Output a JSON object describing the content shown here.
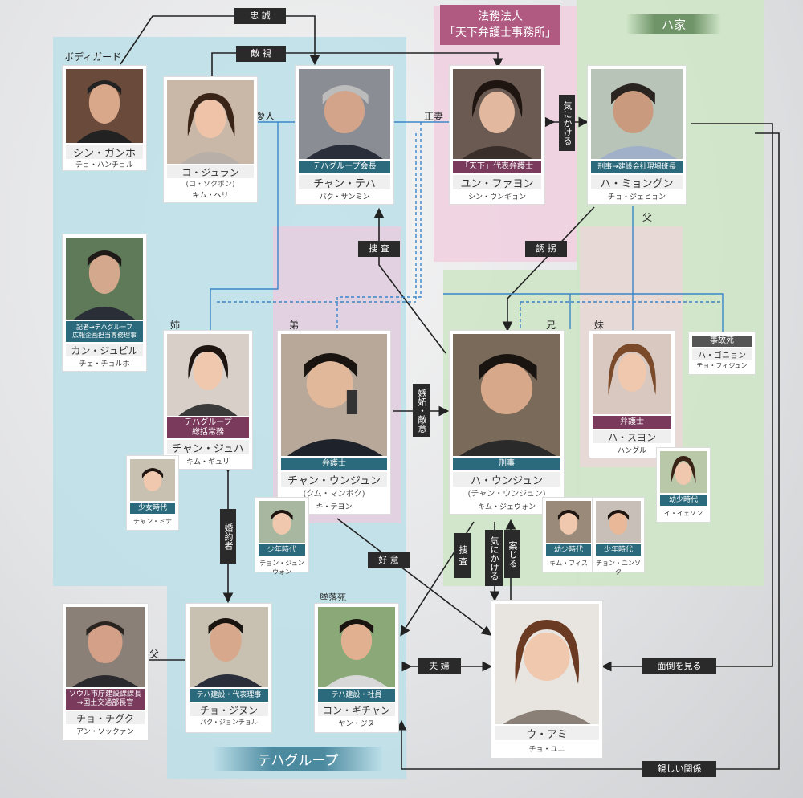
{
  "regions": {
    "law_firm_title": "法務法人\n「天下弁護士事務所」",
    "ha_family": "ハ家",
    "teha_group": "テハグループ"
  },
  "colors": {
    "blue_region": "#bcdfe8",
    "pink_region": "#efd0e0",
    "green_region": "#cfe6c8",
    "role_blue": "#2a6a7c",
    "role_purple": "#7a3a5c",
    "role_gray": "#555555",
    "ha_label": "#7a9a74",
    "firm_label": "#b05a82"
  },
  "cards": {
    "shin": {
      "name": "シン・ガンホ",
      "actor": "チョ・ハンチョル"
    },
    "ko": {
      "name": "コ・ジュラン",
      "sub": "(コ・ソクボン)",
      "actor": "キム・ヘリ"
    },
    "chang_teha": {
      "role": "テハグループ会長",
      "name": "チャン・テハ",
      "actor": "パク・サンミン"
    },
    "yun": {
      "role": "「天下」代表弁護士",
      "name": "ユン・ファヨン",
      "actor": "シン・ウンギョン"
    },
    "ha_myonggun": {
      "role": "刑事→建設会社現場班長",
      "name": "ハ・ミョングン",
      "actor": "チョ・ジェヒョン"
    },
    "kan": {
      "role": "記者→テハグループ\n広報企画担当専務理事",
      "name": "カン・ジュピル",
      "actor": "チェ・チョルホ"
    },
    "chang_juha": {
      "role": "テハグループ\n総括常務",
      "name": "チャン・ジュハ",
      "actor": "キム・ギュリ"
    },
    "juha_young": {
      "role": "少女時代",
      "actor": "チャン・ミナ"
    },
    "chang_unjun": {
      "role": "弁護士",
      "name": "チャン・ウンジュン",
      "sub": "(クム・マンボク)",
      "actor": "キ・テヨン"
    },
    "unjun_young": {
      "role": "少年時代",
      "actor": "チョン・ジュンウォン"
    },
    "ha_unjun": {
      "role": "刑事",
      "name": "ハ・ウンジュン",
      "sub": "(チャン・ウンジュン)",
      "actor": "キム・ジェウォン"
    },
    "ha_young1": {
      "role": "幼少時代",
      "actor": "キム・フィス"
    },
    "ha_young2": {
      "role": "少年時代",
      "actor": "チョン・ユンソク"
    },
    "ha_suon": {
      "role": "弁護士",
      "name": "ハ・スヨン",
      "actor": "ハングル"
    },
    "suon_young": {
      "role": "幼少時代",
      "actor": "イ・イェソン"
    },
    "ha_gonyon": {
      "role": "事故死",
      "name": "ハ・ゴニョン",
      "actor": "チョ・フィジュン"
    },
    "cho_chigu": {
      "role": "ソウル市庁建設課課長\n→国土交通部長官",
      "name": "チョ・チグク",
      "actor": "アン・ソックァン"
    },
    "cho_jinun": {
      "role": "テハ建設・代表理事",
      "name": "チョ・ジヌン",
      "actor": "パク・ジョンチョル"
    },
    "kon": {
      "role": "テハ建設・社員",
      "name": "コン・ギチャン",
      "actor": "ヤン・ジヌ"
    },
    "u_ami": {
      "name": "ウ・アミ",
      "actor": "チョ・ユニ"
    }
  },
  "relations": {
    "chusei": "忠 誠",
    "tekishi": "敵 視",
    "kinikakeru1": "気にかける",
    "sousa1": "捜 査",
    "yukai": "誘 拐",
    "shitto": "嫉妬・敵意",
    "konyakusha": "婚約者",
    "koui": "好 意",
    "sousa2": "捜 査",
    "kinikakeru2": "気にかける",
    "anjiru": "案じる",
    "fuufu": "夫 婦",
    "mendou": "面倒を見る",
    "shitashii": "親しい関係"
  },
  "labels": {
    "bodyguard": "ボディガード",
    "aijin": "愛人",
    "seisai": "正妻",
    "father1": "父",
    "ane": "姉",
    "otouto": "弟",
    "ani": "兄",
    "imouto": "妹",
    "father2": "父",
    "fall_death": "墜落死"
  }
}
